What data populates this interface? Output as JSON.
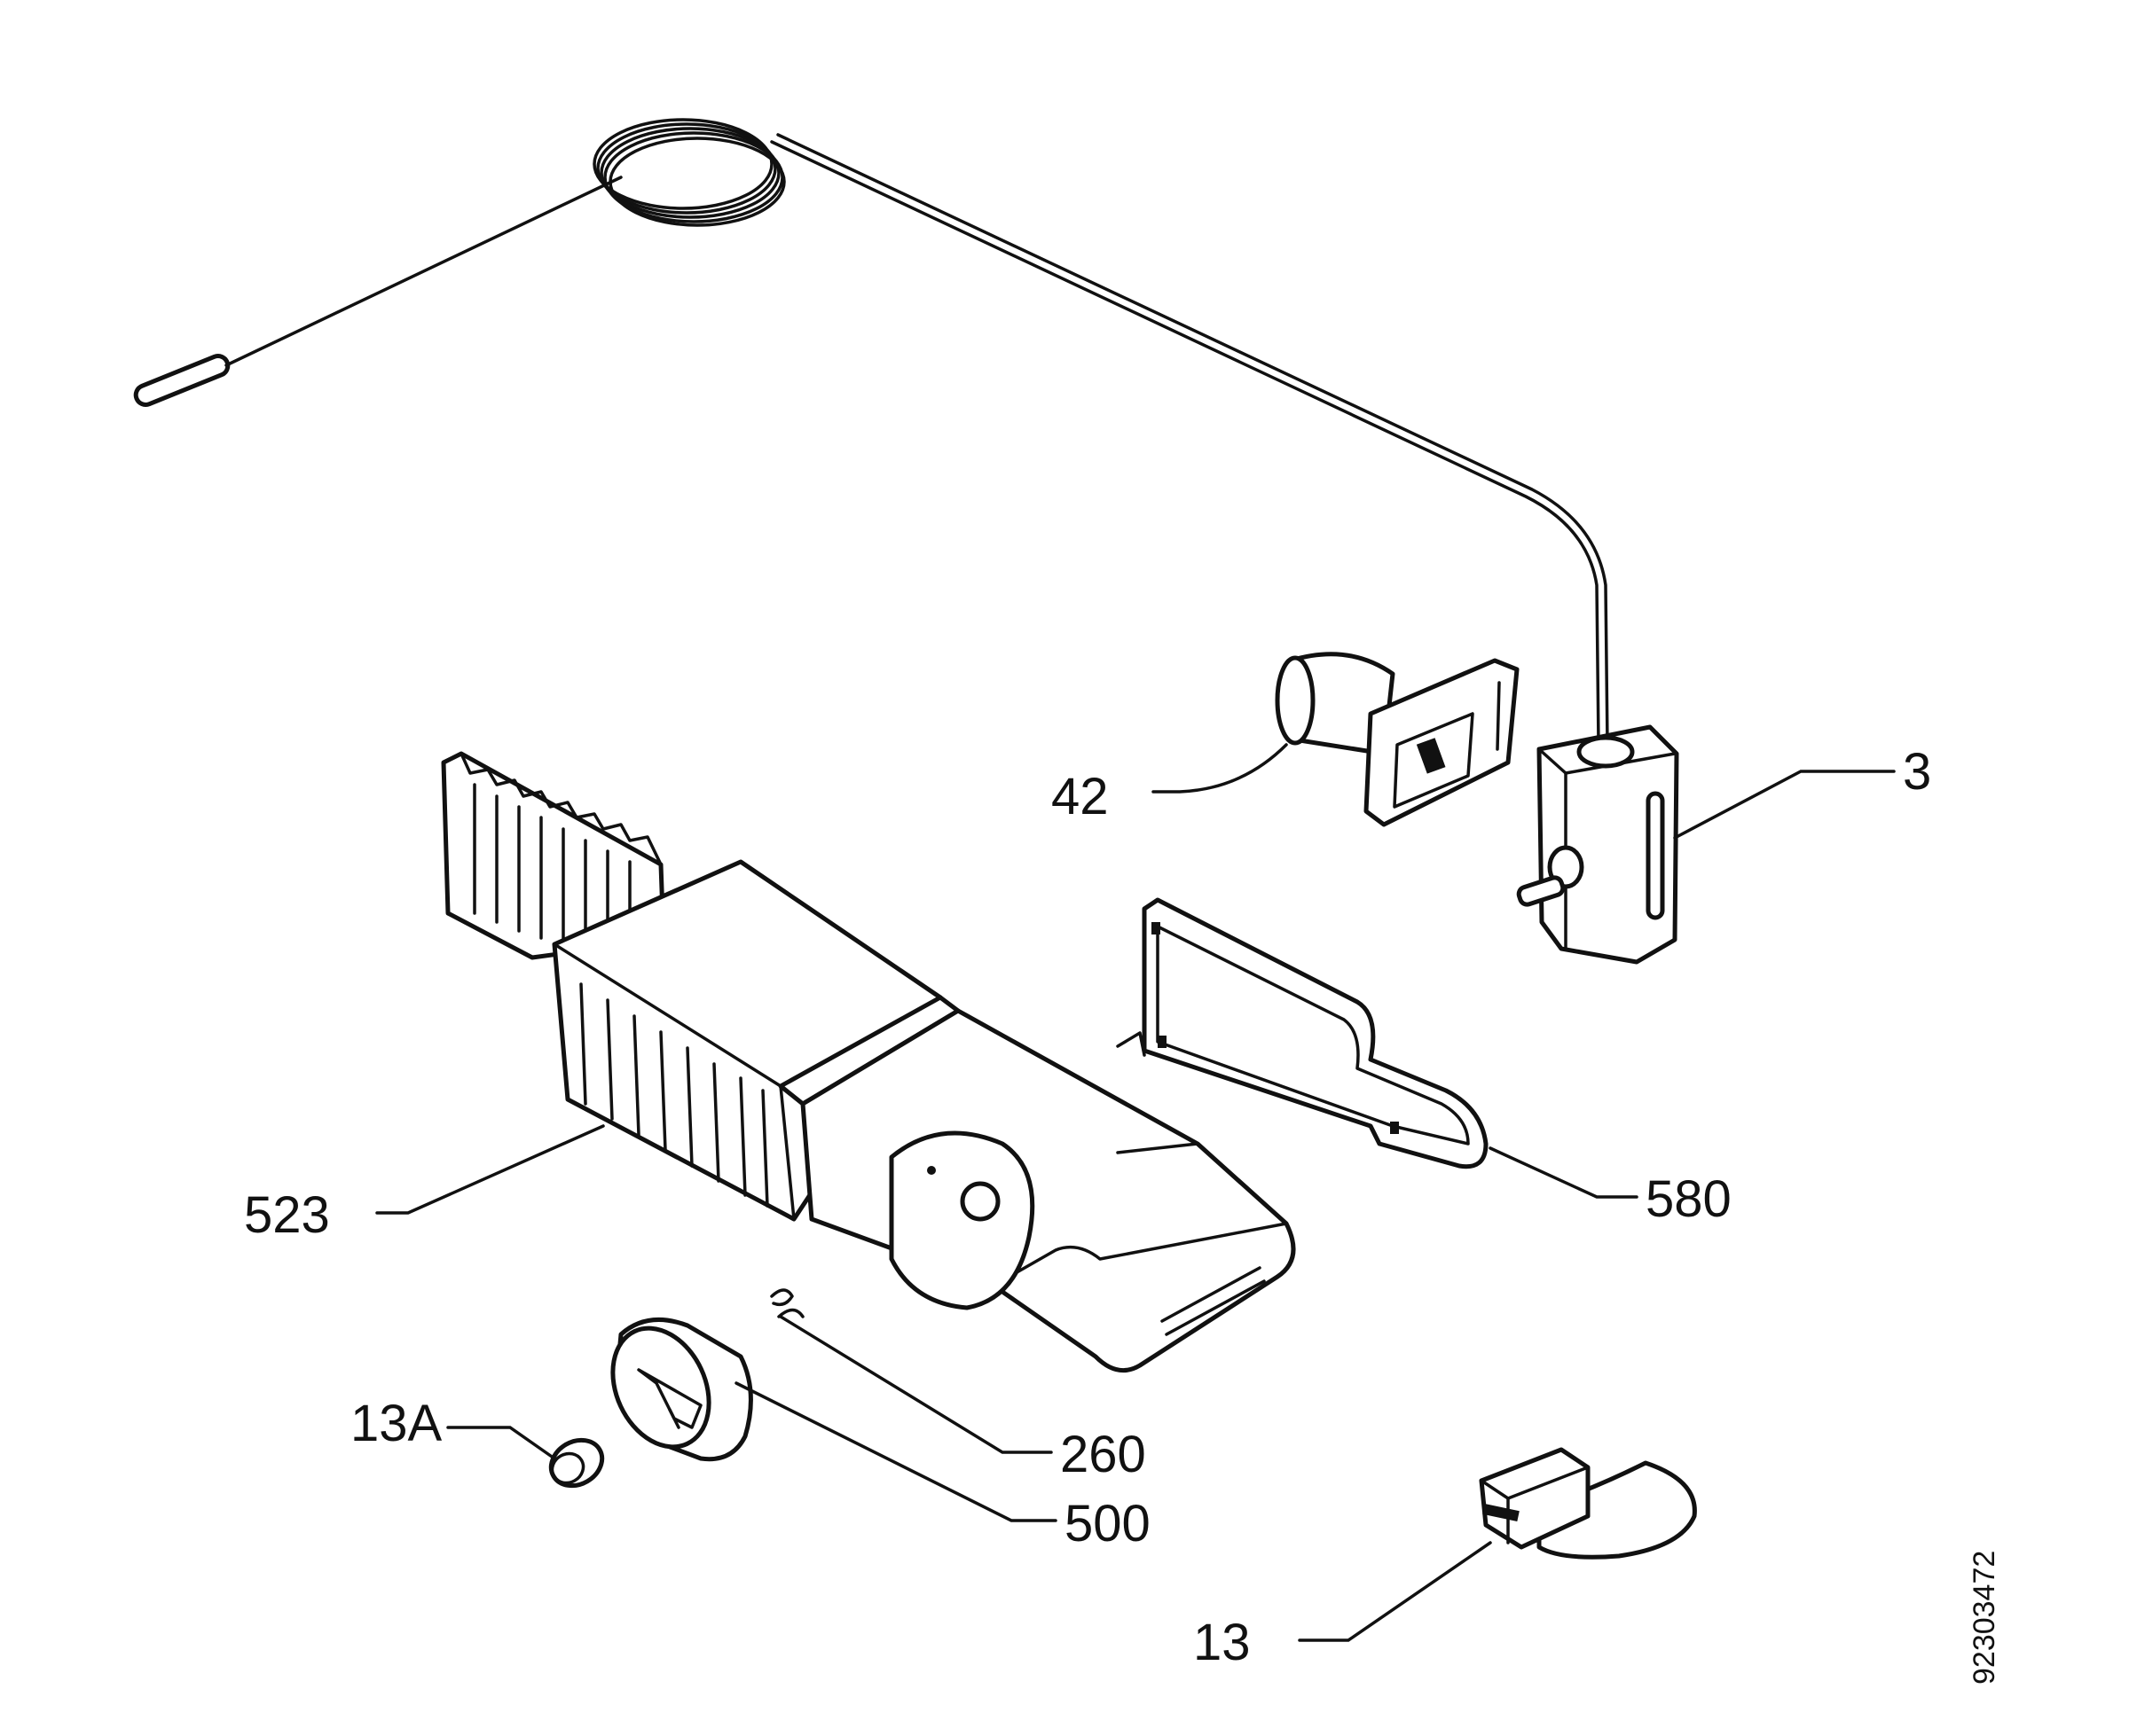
{
  "callouts": {
    "c3": "3",
    "c42": "42",
    "c523": "523",
    "c580": "580",
    "c260": "260",
    "c500": "500",
    "c13a": "13A",
    "c13": "13"
  },
  "document_number": "92303472",
  "colors": {
    "ink": "#111111",
    "paper": "#ffffff"
  }
}
